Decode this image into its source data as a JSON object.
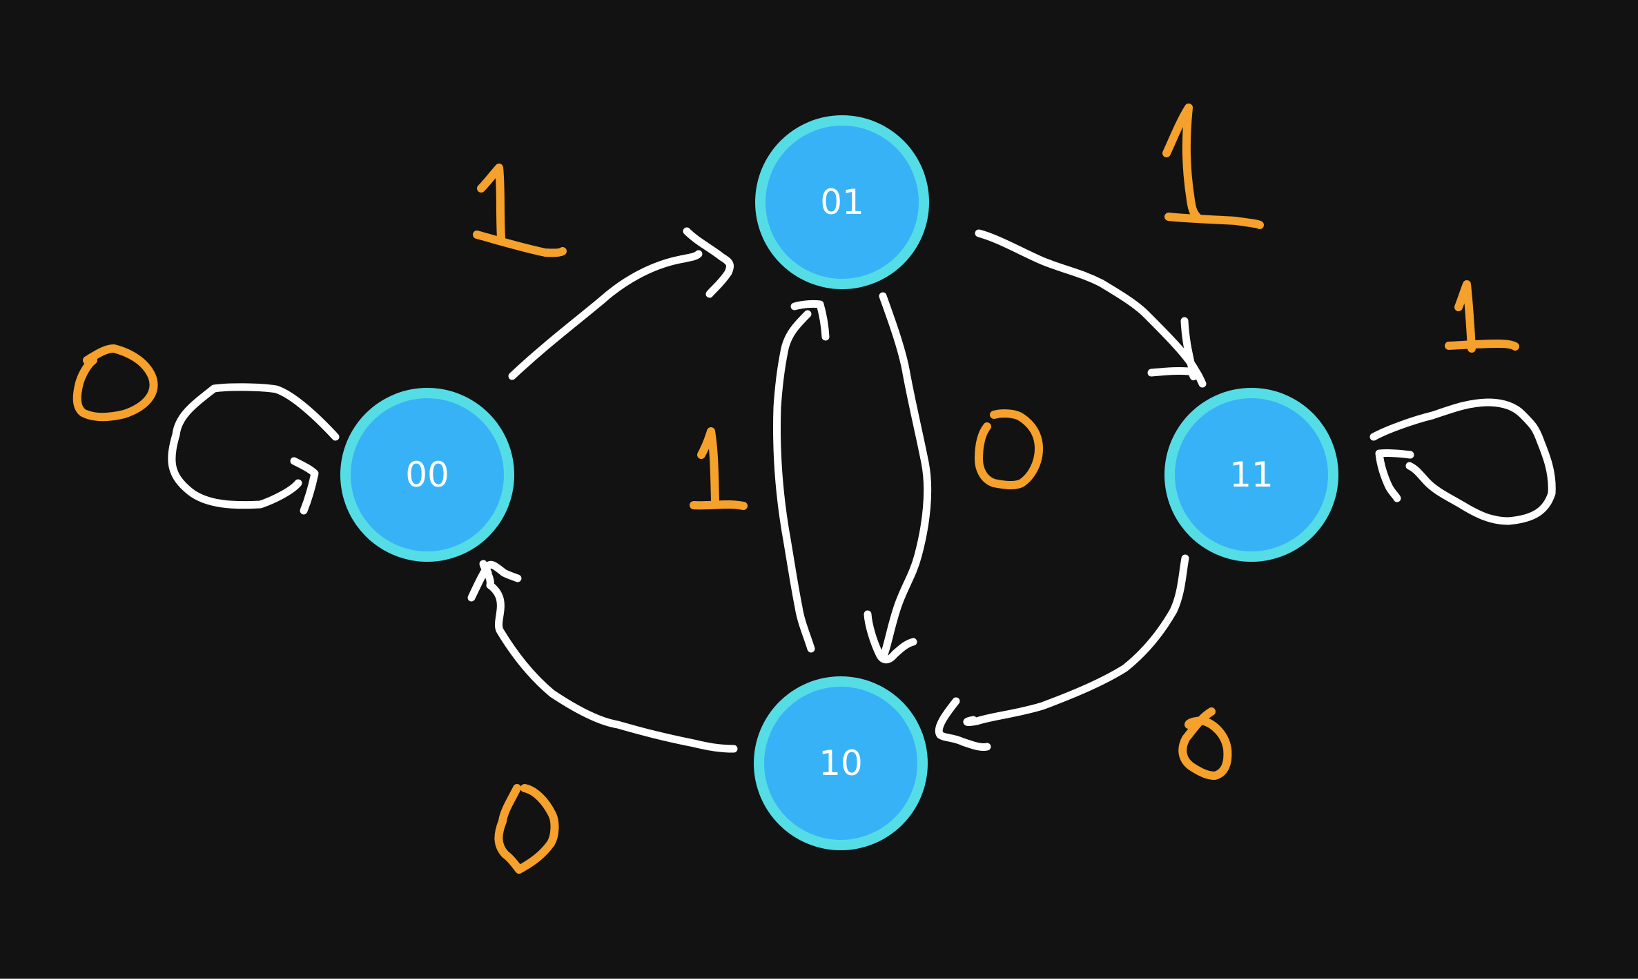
{
  "colors": {
    "background": "#121212",
    "node_fill": "#38b2f7",
    "node_ring": "#55dde6",
    "edge": "#ffffff",
    "transition_label": "#f5a12b"
  },
  "states": [
    {
      "id": "s00",
      "label": "00"
    },
    {
      "id": "s01",
      "label": "01"
    },
    {
      "id": "s10",
      "label": "10"
    },
    {
      "id": "s11",
      "label": "11"
    }
  ],
  "transitions": [
    {
      "from": "00",
      "to": "00",
      "input": "0"
    },
    {
      "from": "00",
      "to": "01",
      "input": "1"
    },
    {
      "from": "01",
      "to": "10",
      "input": "0"
    },
    {
      "from": "01",
      "to": "11",
      "input": "1"
    },
    {
      "from": "10",
      "to": "00",
      "input": "0"
    },
    {
      "from": "10",
      "to": "01",
      "input": "1"
    },
    {
      "from": "11",
      "to": "10",
      "input": "0"
    },
    {
      "from": "11",
      "to": "11",
      "input": "1"
    }
  ]
}
